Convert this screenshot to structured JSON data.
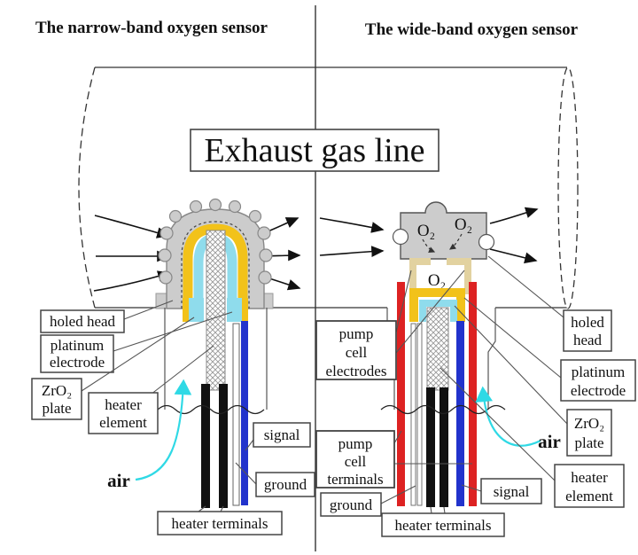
{
  "titles": {
    "left": "The narrow-band oxygen sensor",
    "right": "The wide-band oxygen sensor"
  },
  "pipe": {
    "label": "Exhaust gas line"
  },
  "left": {
    "holed_head": "holed head",
    "platinum_1": "platinum",
    "platinum_2": "electrode",
    "zro2_1": "ZrO₂",
    "zro2_2": "plate",
    "heater_1": "heater",
    "heater_2": "element",
    "air": "air",
    "signal": "signal",
    "ground": "ground",
    "heater_terminals": "heater terminals"
  },
  "right": {
    "o2_head_left": "O₂",
    "o2_head_right": "O₂",
    "o2_cell": "O₂",
    "pump_electrodes_1": "pump",
    "pump_electrodes_2": "cell",
    "pump_electrodes_3": "electrodes",
    "pump_terminals_1": "pump",
    "pump_terminals_2": "cell",
    "pump_terminals_3": "terminals",
    "ground": "ground",
    "signal": "signal",
    "heater_terminals": "heater terminals",
    "holed_head_1": "holed",
    "holed_head_2": "head",
    "platinum_1": "platinum",
    "platinum_2": "electrode",
    "zro2_1": "ZrO₂",
    "zro2_2": "plate",
    "heater_1": "heater",
    "heater_2": "element",
    "air": "air"
  },
  "colors": {
    "head_gray": "#cccccc",
    "electrode_yellow": "#f2c21a",
    "zro2_cyan": "#8fdcec",
    "signal_blue": "#2233cc",
    "pump_red": "#dd2222",
    "pump_cell_tan": "#e2d2a0",
    "air_cyan": "#2fd9e5",
    "heater_black": "#111111"
  }
}
